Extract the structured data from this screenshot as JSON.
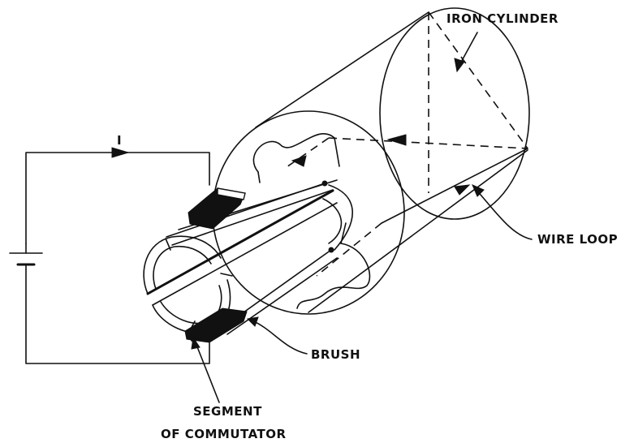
{
  "labels": {
    "iron_cylinder": "IRON CYLINDER",
    "wire_loop": "WIRE LOOP",
    "brush": "BRUSH",
    "segment_line1": "SEGMENT",
    "segment_line2": "OF COMMUTATOR",
    "current": "I"
  },
  "colors": {
    "ink": "#111111",
    "background": "#ffffff"
  }
}
